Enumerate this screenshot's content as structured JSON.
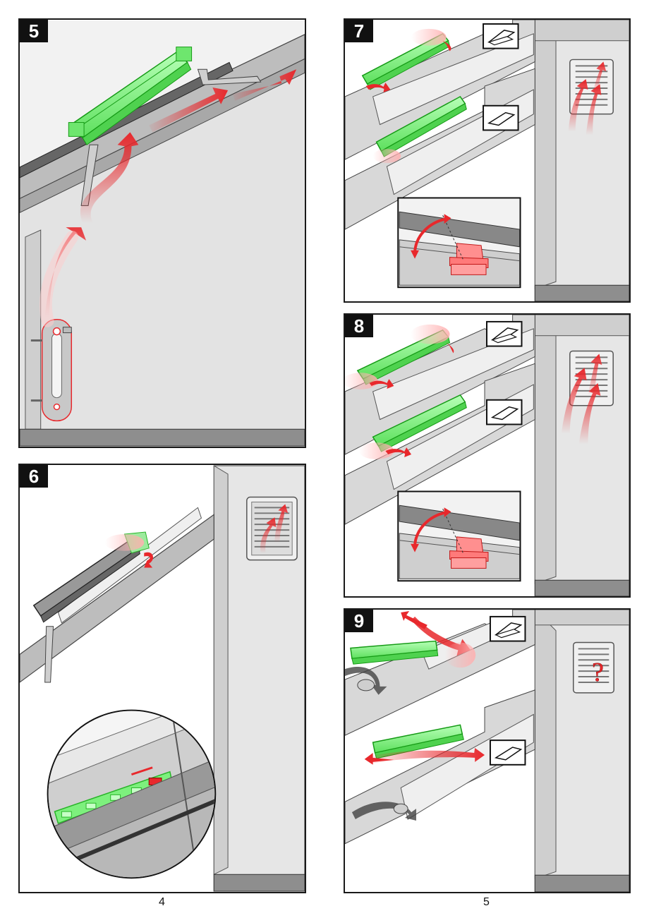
{
  "colors": {
    "green": "#7df07d",
    "green_dark": "#28b428",
    "red": "#e8282c",
    "red_light": "#ffd6d6",
    "wall": "#e6e6e6",
    "frame": "#8a8a8a",
    "frame_dark": "#555555"
  },
  "steps": [
    {
      "label": "5"
    },
    {
      "label": "6"
    },
    {
      "label": "7"
    },
    {
      "label": "8"
    },
    {
      "label": "9"
    }
  ],
  "icons": {
    "vent_open": "window-open-icon",
    "vent_half": "window-half-open-icon",
    "unknown": "question-mark-icon"
  },
  "step9_question_mark": "?",
  "pages": {
    "left": "4",
    "right": "5"
  }
}
